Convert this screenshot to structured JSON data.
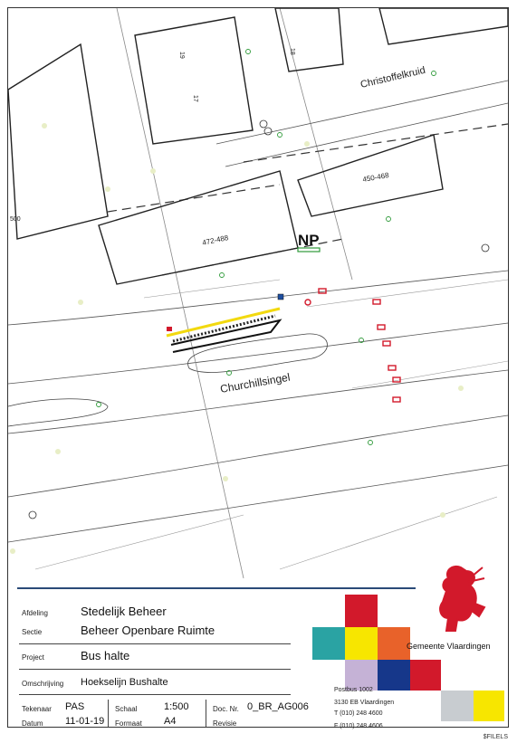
{
  "map": {
    "streets": {
      "christoffelkruid": "Christoffelkruid",
      "churchillsingel": "Churchillsingel"
    },
    "house_numbers": {
      "n19": "19",
      "n17": "17",
      "n18": "18",
      "n450": "450-468",
      "n472": "472-488",
      "n500": "500"
    },
    "np_sign": "NP"
  },
  "title_block": {
    "afdeling_label": "Afdeling",
    "afdeling_value": "Stedelijk Beheer",
    "sectie_label": "Sectie",
    "sectie_value": "Beheer Openbare Ruimte",
    "project_label": "Project",
    "project_value": "Bus halte",
    "omschrijving_label": "Omschrijving",
    "omschrijving_value": "Hoekselijn Bushalte",
    "tekenaar_label": "Tekenaar",
    "tekenaar_value": "PAS",
    "datum_label": "Datum",
    "datum_value": "11-01-19",
    "schaal_label": "Schaal",
    "schaal_value": "1:500",
    "formaat_label": "Formaat",
    "formaat_value": "A4",
    "docnr_label": "Doc. Nr.",
    "docnr_value": "0_BR_AG006",
    "revisie_label": "Revisie",
    "municipality": "Gemeente Vlaardingen",
    "address_1": "Postbus 1002",
    "address_2": "3130 EB  Vlaardingen",
    "phone": "T (010) 248 4600",
    "fax": "F (010) 248 4606"
  },
  "footer_code": "$FILELS",
  "colors": {
    "title_rule": "#2a4a78",
    "red": "#d2192b",
    "yellow": "#f7e600",
    "teal": "#2aa3a3",
    "orange": "#e8622a",
    "blue": "#16378a",
    "lavender": "#c5b2d6",
    "grey": "#c8ccd0"
  }
}
